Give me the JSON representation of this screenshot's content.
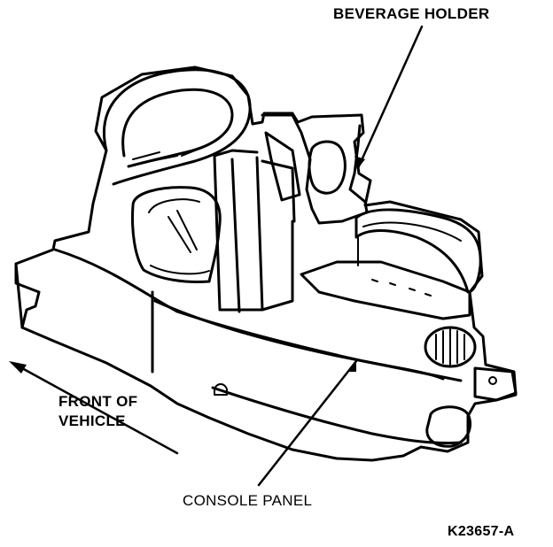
{
  "labels": {
    "beverage_holder": "BEVERAGE HOLDER",
    "front_line1": "FRONT OF",
    "front_line2": "VEHICLE",
    "console_panel": "CONSOLE PANEL",
    "figure_code": "K23657-A"
  },
  "colors": {
    "ink": "#000000",
    "paper": "#ffffff"
  }
}
